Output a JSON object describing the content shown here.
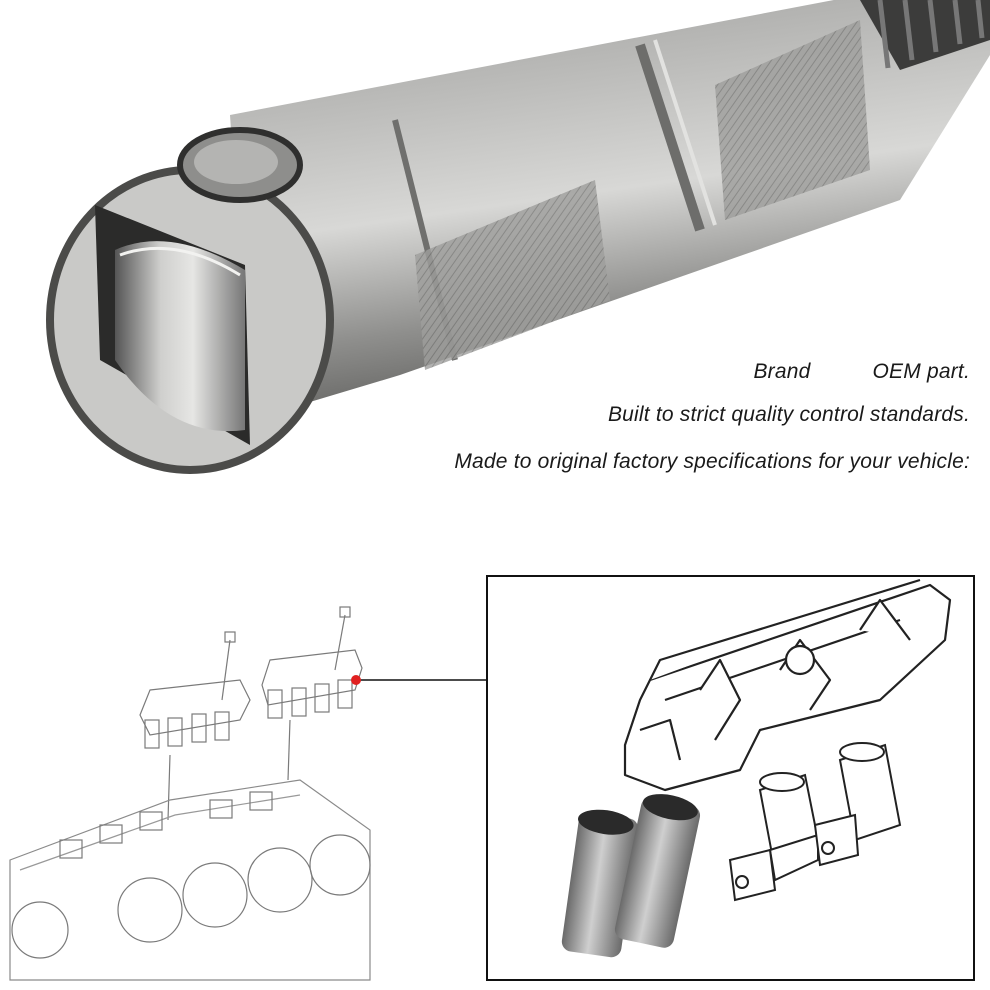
{
  "captions": {
    "brand_label": "Brand",
    "brand_value": "OEM part.",
    "quality": "Built to strict quality control standards.",
    "specifications": "Made to original factory specifications for your vehicle:"
  },
  "colors": {
    "metal_light": "#d9d9d9",
    "metal_mid": "#9a9a9a",
    "metal_dark": "#4a4a4a",
    "line_art": "#333333",
    "callout_dot": "#e02020"
  },
  "illustrations": {
    "photo": "hydraulic-roller-lifter-photo",
    "exploded_view": "engine-block-lifter-guide-diagram",
    "detail_view": "lifter-guide-and-lifters-detail"
  }
}
